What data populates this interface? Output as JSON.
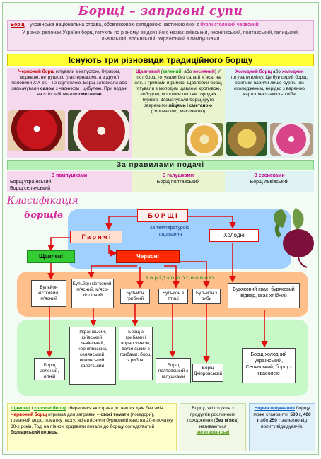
{
  "title": "Борщі – заправні супи",
  "intro": {
    "word": "Борщ",
    "rest": " – українська національна страва, обов'язковою складовою частиною якої є ",
    "beet": "буряк столовий червоний",
    "end": ".",
    "line2": "У різних регіонах України борщ готують по різному, звідси і його назви:  київський, чернігівський, полтавський, галицький, львівський, волинський, Український з пампушками"
  },
  "types_title": "Існують три різновиди традиційного борщу",
  "types": {
    "red": {
      "name": "Червоний борщ",
      "text1": " готували з капустою, буряком, морквою, петрушкою (пастернаком), а з другої половини XIX ст. – і з картоплею. Борщ затовкали або засмачували ",
      "salo": "салом",
      "text2": " з часником і цибулею. При подачі на стіл забілювали ",
      "smetana": "сметаною"
    },
    "green": {
      "name": "Щавлевий",
      "paren_open": " (",
      "green_word": "зелений",
      "or": ") або ",
      "fasting": "весняний",
      "text1": ") У піст борщ готували без сала й м'яса, на олії, з грибами й рибою. Щавлевий борщ готували з молодим щавлем, кропивою, лободою, молодим листям городніх буряків. Засмачували борщ круто звареними ",
      "eggs": "яйцями",
      "and": " і ",
      "smetana": "сметаною",
      "text2": " (сироваткою, маслянкою)"
    },
    "cold": {
      "name": "Холодний борщ",
      "or": " або ",
      "cold2": "холодник",
      "text1": " готували влітку. Це був сирий борщ, оскільки варили лише буряк. Іли охолодженим, нерідко з вареною картоплею замість хліба"
    }
  },
  "serving_title": "За  правилами  подачі",
  "serving": [
    {
      "head": "З пампушками",
      "items": [
        "Борщ    український,",
        "Борщ    селянський"
      ]
    },
    {
      "head": "З галушками",
      "items": [
        "Борщ   полтавський"
      ]
    },
    {
      "head": "З сосисками",
      "items": [
        "Борщ    львівський"
      ]
    }
  ],
  "classification": {
    "line1": "Класифікація",
    "line2": "борщів"
  },
  "diagram": {
    "root": "Б О Р Щ І",
    "by_temp": "за температурою подавання",
    "hot": "Г а р я ч і",
    "cold": "Холодні",
    "sorrel": "Щавлеві",
    "red": "Червоні",
    "by_base": "з а    р і д к о ю    о с н о в о ю",
    "bases": [
      "Бульйон кістковий, м'ясний",
      "Бульйон кістковий, м'ясний, м'ясо-кістковий",
      "Бульйон грибний",
      "Бульйон з птиці",
      "Бульйон з риби",
      "Буряковий квас, буряковий відвар, квас хлібний"
    ],
    "results": [
      "Борщ зелений, літній",
      "Український, київський, львівський, чернігівський, селянський, волинський, флотський",
      "Борщ з грибами і чорносливом, волинський з грибами, борщ з рибою",
      "Борщ полтавський з галушками",
      "Борщ Дніпровський",
      "Борщ холодний український, Селянський, борщ з квасолею"
    ]
  },
  "bottom": {
    "b1": {
      "sorrel": "Щавлеві",
      "and": " і ",
      "cold": "холодні борщі",
      "text1": " збереглися як страва до наших днів без змін. ",
      "red": "Червоний борщ",
      "text2": " отримав для заправки – ",
      "tomato": "свіжі томати",
      "text3": " (помідори), томатний морс, томатну пасту, які витіснили буряковий квас на 20-х початку 30-х років.   Тоді на півночі додавати почали до борщу солодкуватий ",
      "pepper": "болгарський перець",
      "end": "."
    },
    "b2": {
      "text1": "Борщі, які готують з продуктів рослинного походження (",
      "no_meat": "без м'яса",
      "text2": ") називаються ",
      "veg": "вегетаріанські"
    },
    "b3": {
      "norm": "Норма подавання",
      "text1": " борщу може становити: ",
      "amounts": "500 г, 400 г",
      "or": " або ",
      "small": "250 г",
      "text2": " залежно від попиту відвідувачів."
    }
  },
  "colors": {
    "title": "#d42a9c",
    "red": "#c00000",
    "magenta": "#c0008a",
    "green_fill": "#33cc33",
    "red_fill": "#ff2a00",
    "orange_fill": "#ff9900",
    "blue_band": "#9fd0ff"
  }
}
